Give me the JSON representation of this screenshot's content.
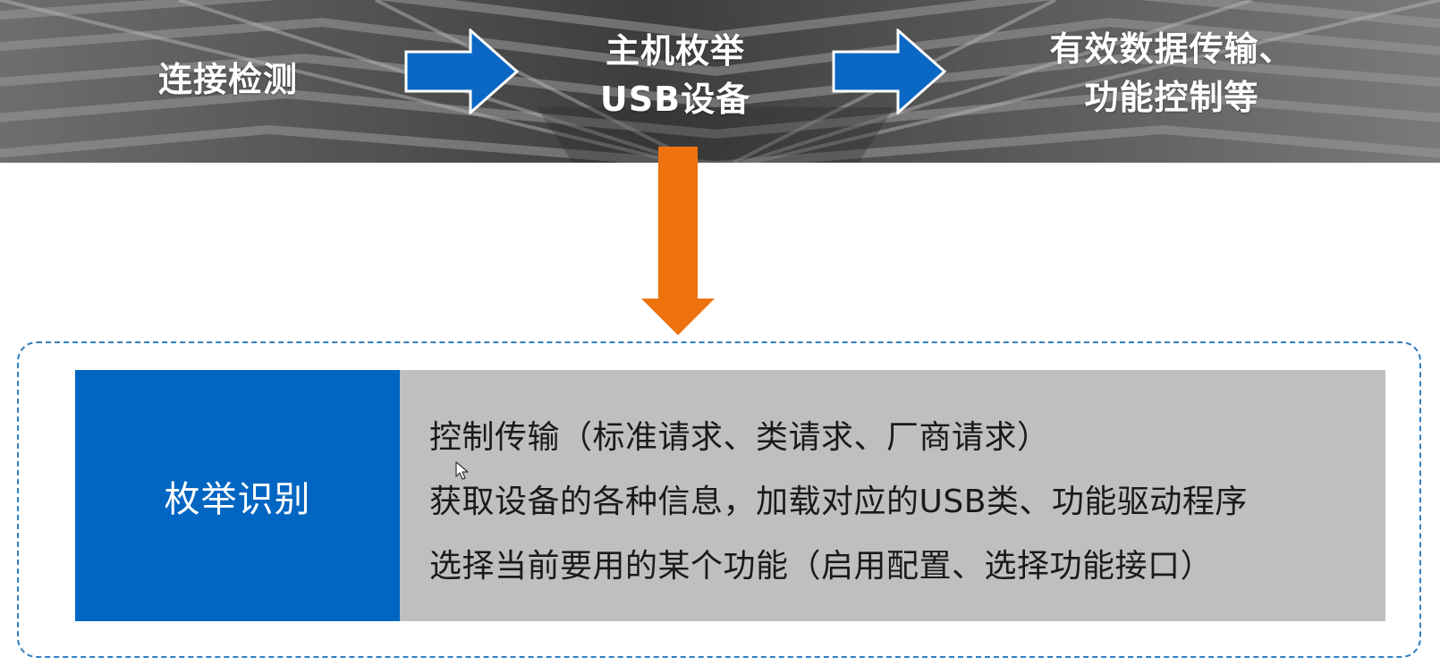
{
  "flow": {
    "step1": {
      "lines": [
        "连接检测"
      ]
    },
    "step2": {
      "lines": [
        "主机枚举",
        "USB设备"
      ]
    },
    "step3": {
      "lines": [
        "有效数据传输、",
        "功能控制等"
      ]
    }
  },
  "detail": {
    "label": "枚举识别",
    "lines": [
      "控制传输（标准请求、类请求、厂商请求）",
      "获取设备的各种信息，加载对应的USB类、功能驱动程序",
      "选择当前要用的某个功能（启用配置、选择功能接口）"
    ]
  },
  "colors": {
    "blue_arrow": "#0a67c4",
    "orange_arrow": "#ee720d",
    "label_bg": "#0066c2",
    "detail_bg": "#bfbfbf",
    "dashed_border": "#2f7fc2",
    "banner_bg": "#5e5e5e"
  },
  "icons": {
    "right_arrow": "right-arrow-icon",
    "down_arrow": "down-arrow-icon",
    "cursor": "mouse-cursor-icon"
  }
}
